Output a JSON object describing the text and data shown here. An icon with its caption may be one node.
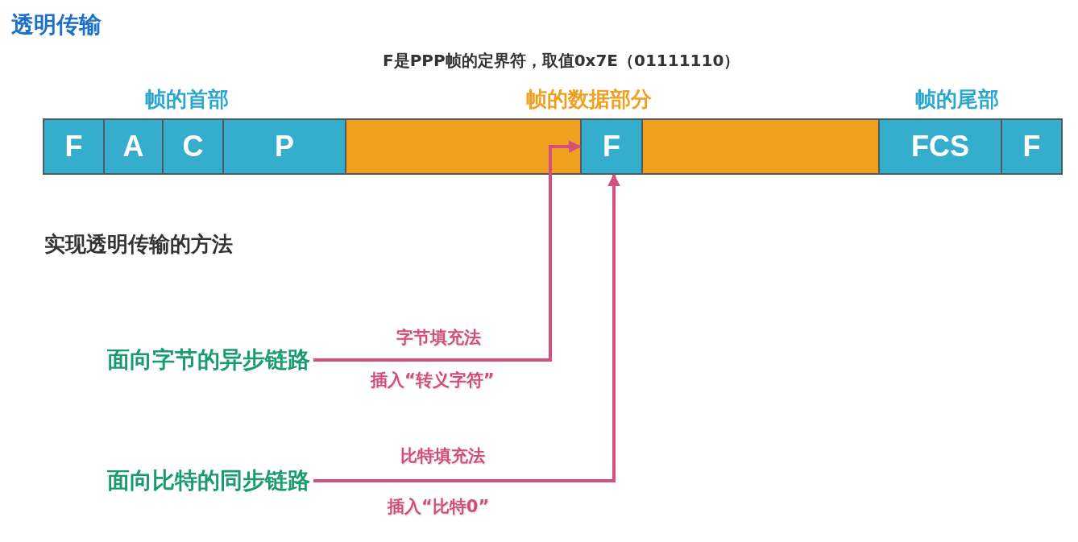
{
  "diagram": {
    "title": "透明传输",
    "nodes": [
      {
        "text": [
          "F"
        ]
      },
      {
        "text": [
          "A"
        ]
      },
      {
        "text": [
          "C"
        ]
      },
      {
        "text": [
          "P"
        ]
      },
      {
        "text": [
          "F"
        ]
      },
      {
        "text": [
          "FCS"
        ]
      },
      {
        "text": [
          "F"
        ]
      },
      {
        "text": [
          "面向字节的异步链路"
        ]
      },
      {
        "text": [
          "面向比特的同步链路"
        ]
      }
    ],
    "edges": [
      {
        "from": 7,
        "to": 4,
        "arrow": "to",
        "label": "字节填充法"
      },
      {
        "from": 8,
        "to": 4,
        "arrow": "to",
        "label": "比特填充法"
      }
    ],
    "labels": [
      "F是PPP帧的定界符，取值0x7E（01111110）",
      "帧的首部",
      "帧的数据部分",
      "帧的尾部",
      "实现透明传输的方法",
      "插入“转义字符”",
      "插入“比特0”"
    ]
  }
}
